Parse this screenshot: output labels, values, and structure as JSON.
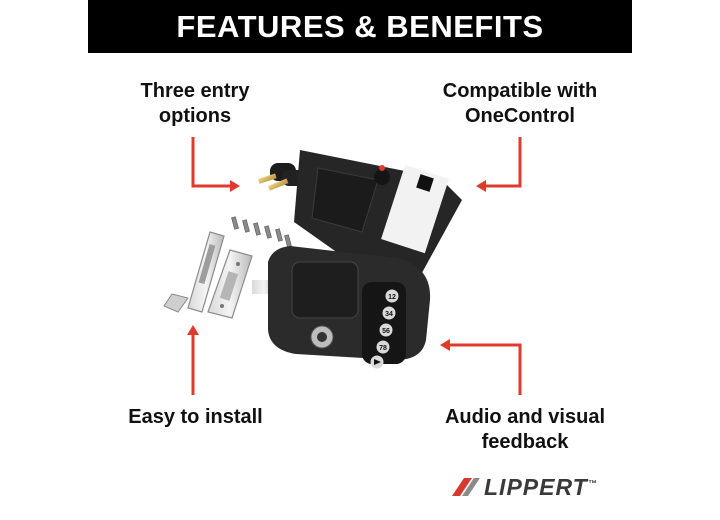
{
  "banner": {
    "title": "FEATURES & BENEFITS"
  },
  "features": {
    "three_entry": {
      "line1": "Three entry",
      "line2": "options"
    },
    "compatible": {
      "line1": "Compatible with",
      "line2": "OneControl"
    },
    "easy_install": {
      "line1": "Easy to install"
    },
    "audio_visual": {
      "line1": "Audio and visual",
      "line2": "feedback"
    }
  },
  "keypad": {
    "buttons": [
      "12",
      "34",
      "56",
      "78"
    ]
  },
  "brand": {
    "name": "LIPPERT",
    "trademark": "™"
  },
  "colors": {
    "banner_bg": "#000000",
    "arrow": "#e03a2c",
    "lock_body": "#2b2b2b",
    "logo_red": "#d63a2e"
  }
}
